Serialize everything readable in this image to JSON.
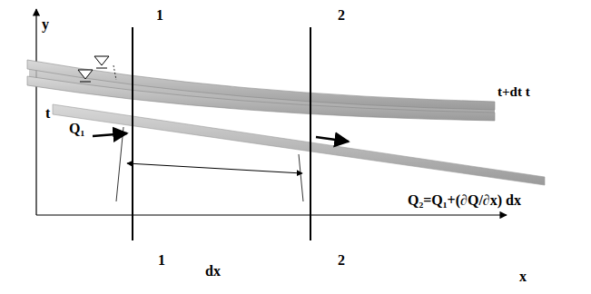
{
  "diagram": {
    "labels": [
      "1",
      "2",
      "t+dt t",
      "y",
      "t",
      "Q₁",
      "Q₂=Q₁+(∂Q/∂x) dx",
      "dx",
      "x",
      "1",
      "2"
    ]
  }
}
